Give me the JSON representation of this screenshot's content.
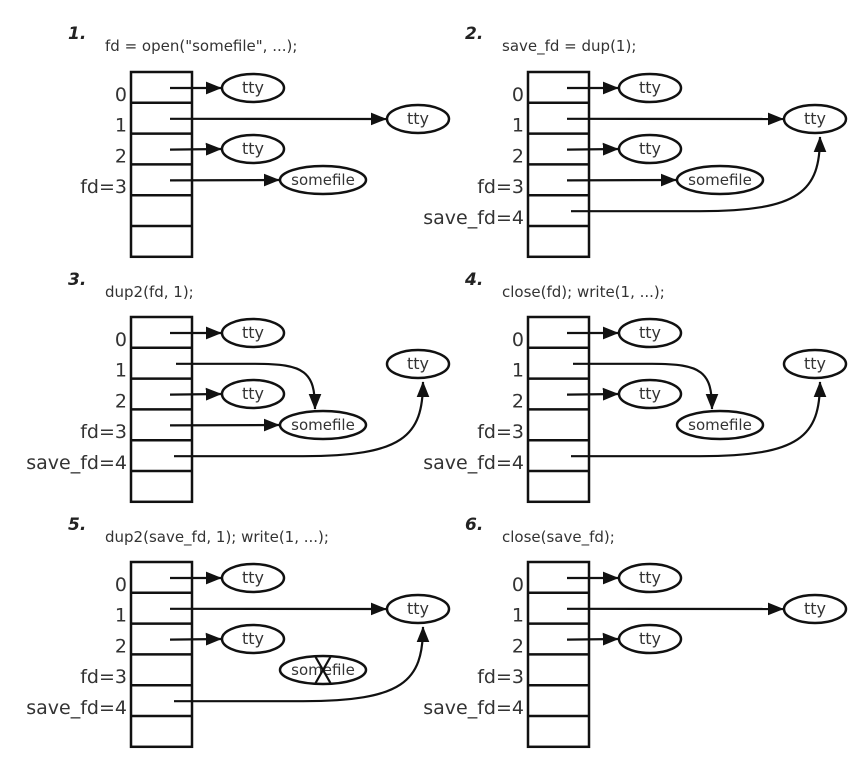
{
  "title": "File descriptor redirection with dup/dup2",
  "panels": [
    {
      "step": "1.",
      "code": "fd = open(\"somefile\", ...);",
      "labels": [
        "0",
        "1",
        "2",
        "fd=3"
      ],
      "nodes": [
        {
          "id": "tty0",
          "text": "tty"
        },
        {
          "id": "tty1",
          "text": "tty"
        },
        {
          "id": "tty2",
          "text": "tty"
        },
        {
          "id": "somefile",
          "text": "somefile"
        }
      ],
      "pointers": [
        {
          "from_row": 0,
          "to": "tty0"
        },
        {
          "from_row": 1,
          "to": "tty1"
        },
        {
          "from_row": 2,
          "to": "tty2"
        },
        {
          "from_row": 3,
          "to": "somefile"
        }
      ]
    },
    {
      "step": "2.",
      "code": "save_fd = dup(1);",
      "labels": [
        "0",
        "1",
        "2",
        "fd=3",
        "save_fd=4"
      ],
      "nodes": [
        {
          "id": "tty0",
          "text": "tty"
        },
        {
          "id": "tty1",
          "text": "tty"
        },
        {
          "id": "tty2",
          "text": "tty"
        },
        {
          "id": "somefile",
          "text": "somefile"
        }
      ],
      "pointers": [
        {
          "from_row": 0,
          "to": "tty0"
        },
        {
          "from_row": 1,
          "to": "tty1"
        },
        {
          "from_row": 2,
          "to": "tty2"
        },
        {
          "from_row": 3,
          "to": "somefile"
        },
        {
          "from_row": 4,
          "to": "tty1"
        }
      ]
    },
    {
      "step": "3.",
      "code": "dup2(fd, 1);",
      "labels": [
        "0",
        "1",
        "2",
        "fd=3",
        "save_fd=4"
      ],
      "nodes": [
        {
          "id": "tty0",
          "text": "tty"
        },
        {
          "id": "tty1",
          "text": "tty"
        },
        {
          "id": "tty2",
          "text": "tty"
        },
        {
          "id": "somefile",
          "text": "somefile"
        }
      ],
      "pointers": [
        {
          "from_row": 0,
          "to": "tty0"
        },
        {
          "from_row": 1,
          "to": "somefile"
        },
        {
          "from_row": 2,
          "to": "tty2"
        },
        {
          "from_row": 3,
          "to": "somefile"
        },
        {
          "from_row": 4,
          "to": "tty1"
        }
      ]
    },
    {
      "step": "4.",
      "code": "close(fd); write(1, ...);",
      "labels": [
        "0",
        "1",
        "2",
        "fd=3",
        "save_fd=4"
      ],
      "nodes": [
        {
          "id": "tty0",
          "text": "tty"
        },
        {
          "id": "tty1",
          "text": "tty"
        },
        {
          "id": "tty2",
          "text": "tty"
        },
        {
          "id": "somefile",
          "text": "somefile"
        }
      ],
      "pointers": [
        {
          "from_row": 0,
          "to": "tty0"
        },
        {
          "from_row": 1,
          "to": "somefile"
        },
        {
          "from_row": 2,
          "to": "tty2"
        },
        {
          "from_row": 4,
          "to": "tty1"
        }
      ]
    },
    {
      "step": "5.",
      "code": "dup2(save_fd, 1); write(1, ...);",
      "labels": [
        "0",
        "1",
        "2",
        "fd=3",
        "save_fd=4"
      ],
      "nodes": [
        {
          "id": "tty0",
          "text": "tty"
        },
        {
          "id": "tty1",
          "text": "tty"
        },
        {
          "id": "tty2",
          "text": "tty"
        },
        {
          "id": "somefile",
          "text": "somefile",
          "crossed_out": true
        }
      ],
      "pointers": [
        {
          "from_row": 0,
          "to": "tty0"
        },
        {
          "from_row": 1,
          "to": "tty1"
        },
        {
          "from_row": 2,
          "to": "tty2"
        },
        {
          "from_row": 4,
          "to": "tty1"
        }
      ]
    },
    {
      "step": "6.",
      "code": "close(save_fd);",
      "labels": [
        "0",
        "1",
        "2",
        "fd=3",
        "save_fd=4"
      ],
      "nodes": [
        {
          "id": "tty0",
          "text": "tty"
        },
        {
          "id": "tty1",
          "text": "tty"
        },
        {
          "id": "tty2",
          "text": "tty"
        }
      ],
      "pointers": [
        {
          "from_row": 0,
          "to": "tty0"
        },
        {
          "from_row": 1,
          "to": "tty1"
        },
        {
          "from_row": 2,
          "to": "tty2"
        }
      ]
    }
  ]
}
